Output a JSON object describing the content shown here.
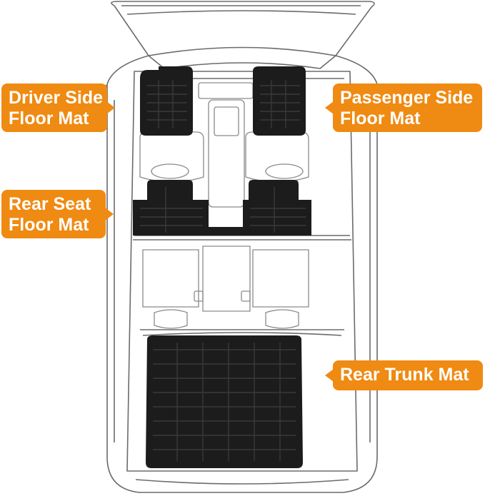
{
  "callouts": {
    "driver": {
      "line1": "Driver Side",
      "line2": "Floor Mat"
    },
    "passenger": {
      "line1": "Passenger Side",
      "line2": "Floor Mat"
    },
    "rear_seat": {
      "line1": "Rear Seat",
      "line2": "Floor Mat"
    },
    "trunk": {
      "line1": "Rear Trunk Mat"
    }
  },
  "colors": {
    "callout_background": "#ef8a12",
    "callout_text": "#ffffff",
    "mat_fill": "#1c1c1c",
    "mat_texture": "#3a3a3a",
    "car_outline": "#6b6b6b"
  }
}
